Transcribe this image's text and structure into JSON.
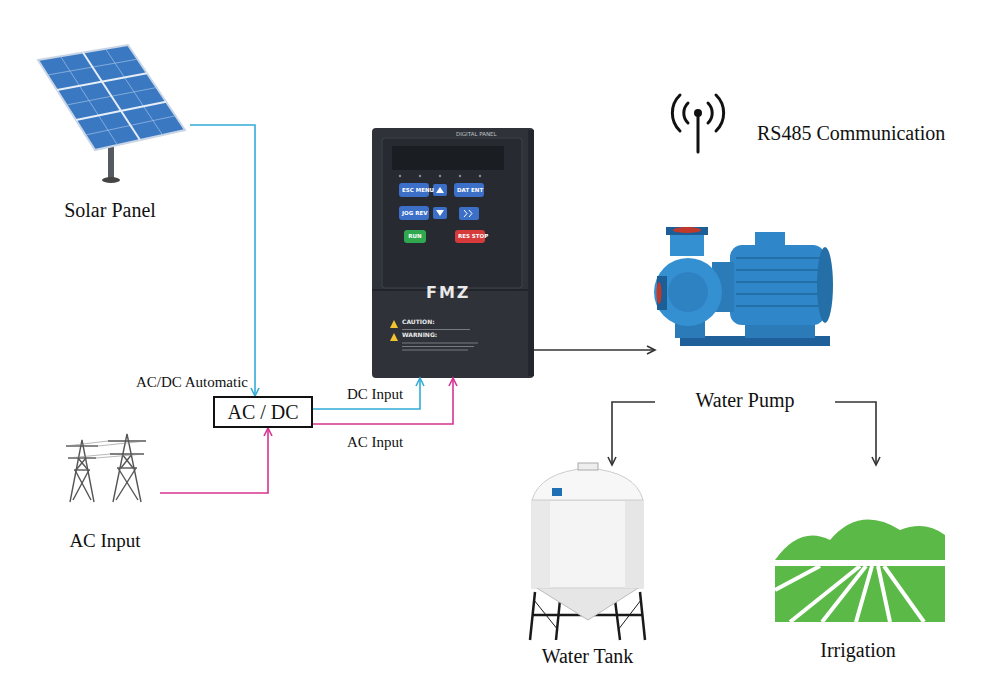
{
  "diagram": {
    "nodes": [
      {
        "text": [
          "Solar Panel"
        ]
      },
      {
        "text": [
          "DIGITAL PANEL",
          "FMZ",
          "CAUTION:",
          "WARNING:"
        ]
      },
      {
        "text": [
          "ESC MENU"
        ],
        "in": 1
      },
      {
        "text": [
          "DAT ENT"
        ],
        "in": 1
      },
      {
        "text": [
          "JOG REV"
        ],
        "in": 1
      },
      {
        "text": [
          "RUN"
        ],
        "in": 1
      },
      {
        "text": [
          "RES STOP"
        ],
        "in": 1
      },
      {
        "text": [
          "Water Pump"
        ]
      },
      {
        "text": [
          "AC / DC"
        ]
      },
      {
        "text": [
          "AC Input"
        ]
      },
      {
        "text": [
          "Water Tank"
        ]
      },
      {
        "text": [
          "Irrigation"
        ]
      }
    ],
    "edges": [
      {
        "from": 0,
        "to": 8,
        "arrow": "to"
      },
      {
        "from": 9,
        "to": 8,
        "arrow": "to"
      },
      {
        "from": 8,
        "to": 1,
        "label": "DC Input",
        "arrow": "to"
      },
      {
        "from": 8,
        "to": 1,
        "label": "AC Input",
        "arrow": "to"
      },
      {
        "from": 1,
        "to": 7,
        "arrow": "to"
      },
      {
        "from": 7,
        "to": 10,
        "arrow": "to"
      },
      {
        "from": 7,
        "to": 11,
        "arrow": "to"
      }
    ],
    "labels": [
      "RS485 Communication",
      "AC/DC Automatic"
    ]
  }
}
